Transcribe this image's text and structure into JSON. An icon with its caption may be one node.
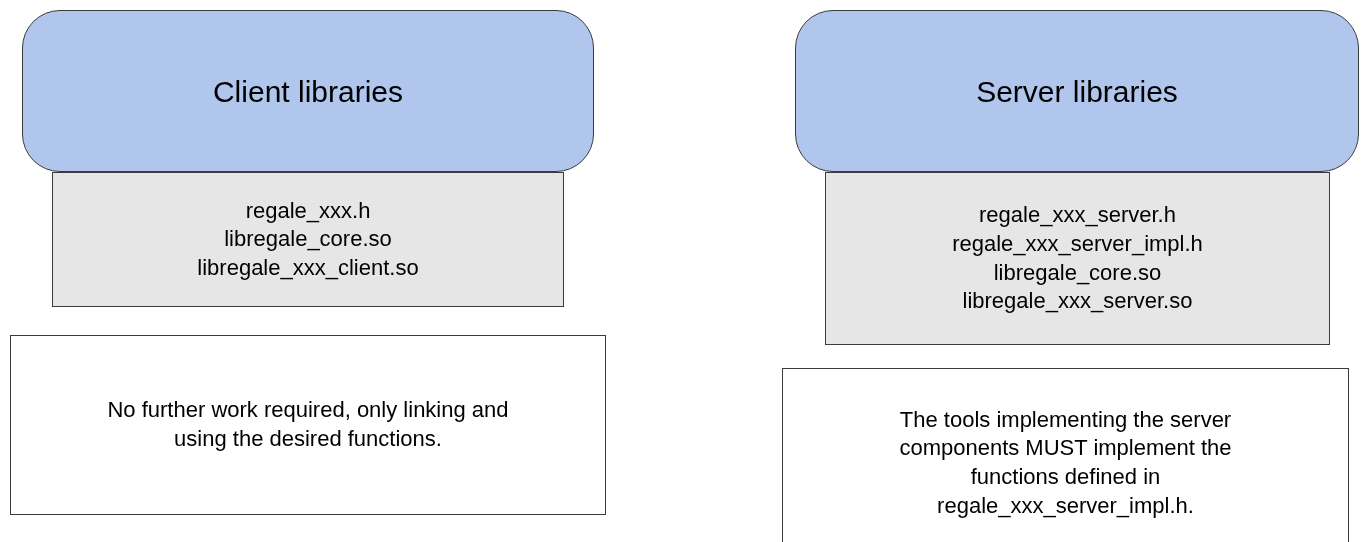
{
  "diagram": {
    "nodes": [
      {
        "text": [
          "Client libraries"
        ]
      },
      {
        "text": [
          "regale_xxx.h libregale_core.so libregale_xxx_client.so"
        ]
      },
      {
        "text": [
          "No further work required, only linking and using the desired functions."
        ]
      },
      {
        "text": [
          "Server libraries"
        ]
      },
      {
        "text": [
          "regale_xxx_server.h regale_xxx_server_impl.h libregale_core.so libregale_xxx_server.so"
        ]
      },
      {
        "text": [
          "The tools implementing the server components MUST implement the functions defined in regale_xxx_server_impl.h."
        ]
      }
    ]
  }
}
